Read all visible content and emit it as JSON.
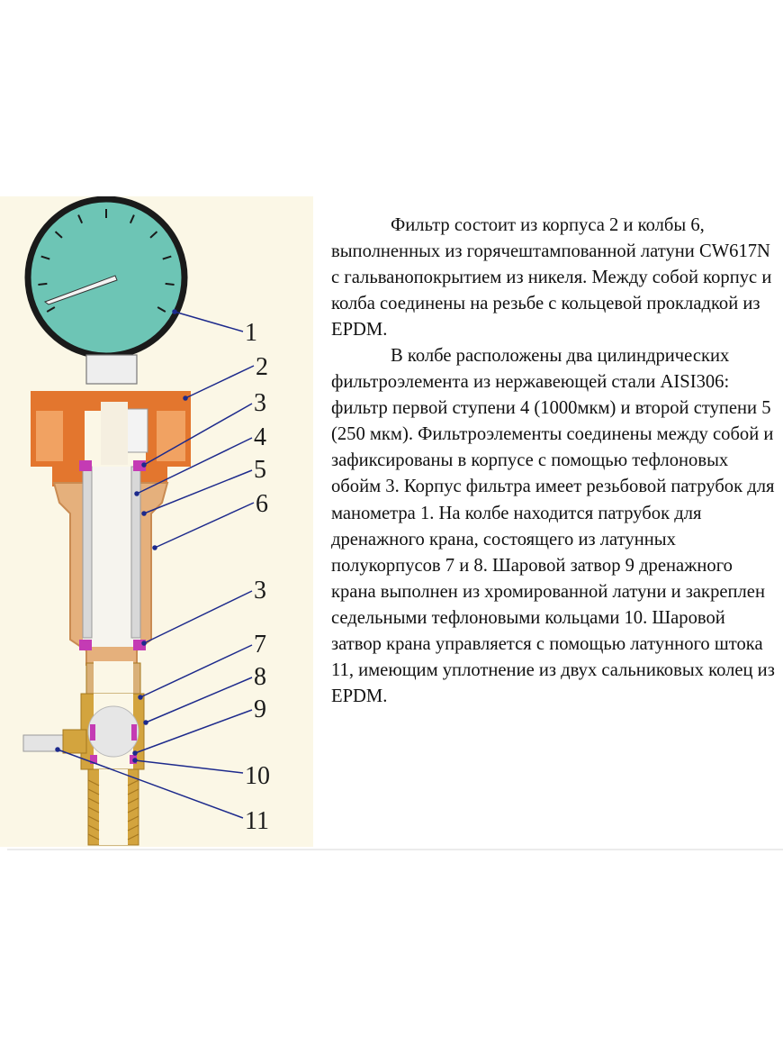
{
  "diagram": {
    "callouts": [
      {
        "key": "c1",
        "label": "1"
      },
      {
        "key": "c2",
        "label": "2"
      },
      {
        "key": "c3a",
        "label": "3"
      },
      {
        "key": "c4",
        "label": "4"
      },
      {
        "key": "c5",
        "label": "5"
      },
      {
        "key": "c6",
        "label": "6"
      },
      {
        "key": "c3b",
        "label": "3"
      },
      {
        "key": "c7",
        "label": "7"
      },
      {
        "key": "c8",
        "label": "8"
      },
      {
        "key": "c9",
        "label": "9"
      },
      {
        "key": "c10",
        "label": "10"
      },
      {
        "key": "c11",
        "label": "11"
      }
    ],
    "colors": {
      "panel": "#fbf7e6",
      "gauge_face": "#6dc5b5",
      "gauge_rim": "#1a1a1a",
      "housing": "#e3762e",
      "housing_inner": "#f1a262",
      "bowl": "#e5b07c",
      "bowl_dark": "#c98b52",
      "brass": "#d3a43e",
      "brass_dark": "#a6781f",
      "gasket": "#c43bb4",
      "leader": "#1d2a8c",
      "mesh": "#d8d8d8"
    }
  },
  "description": {
    "paragraphs": [
      "Фильтр состоит из корпуса 2 и колбы 6, выполненных из горячештампованной латуни CW617N с гальванопокрытием из никеля. Между собой корпус и колба соединены на резьбе с кольцевой прокладкой из EPDM.",
      "В колбе расположены два цилиндрических фильтроэлемента  из нержавеющей стали AISI306: фильтр первой ступени 4 (1000мкм) и второй ступени 5 (250 мкм). Фильтроэлементы соединены между собой и зафиксированы в корпусе с помощью  тефлоновых обойм 3. Корпус фильтра имеет резьбовой патрубок для манометра 1. На колбе находится патрубок для дренажного крана, состоящего из латунных  полукорпусов 7 и 8. Шаровой затвор 9 дренажного крана выполнен из хромированной латуни и закреплен седельными тефлоновыми кольцами 10. Шаровой затвор крана управляется с помощью латунного штока 11, имеющим уплотнение из двух сальниковых колец из EPDM."
    ]
  }
}
